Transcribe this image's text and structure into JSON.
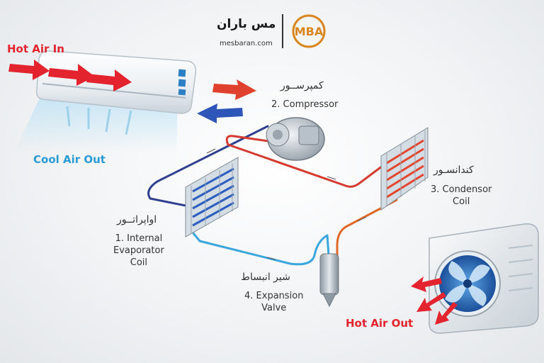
{
  "header": {
    "brand_name": "مس باران",
    "brand_url": "mesbaran.com",
    "logo_text": "MBA"
  },
  "labels": {
    "hot_air_in": "Hot Air In",
    "cool_air_out": "Cool Air Out",
    "hot_air_out": "Hot Air Out"
  },
  "components": {
    "compressor": {
      "label_fa": "کمپرســور",
      "label_en": [
        "2. Compressor"
      ]
    },
    "condenser": {
      "label_fa": "کندانسـور",
      "label_en": [
        "3. Condensor",
        "Coil"
      ]
    },
    "evaporator": {
      "label_fa": "اواپراتــور",
      "label_en": [
        "1. Internal",
        "Evaporator",
        "Coil"
      ]
    },
    "expansion_valve": {
      "label_fa": "شیر انبساط",
      "label_en": [
        "4. Expansion",
        "Valve"
      ]
    }
  },
  "colors": {
    "hot": "#e3232d",
    "cold": "#2b9bd3",
    "pipe_red": "#d63a2f",
    "pipe_blue": "#2e3f8f",
    "pipe_light_blue": "#3aa6de",
    "logo": "#d9861e"
  }
}
